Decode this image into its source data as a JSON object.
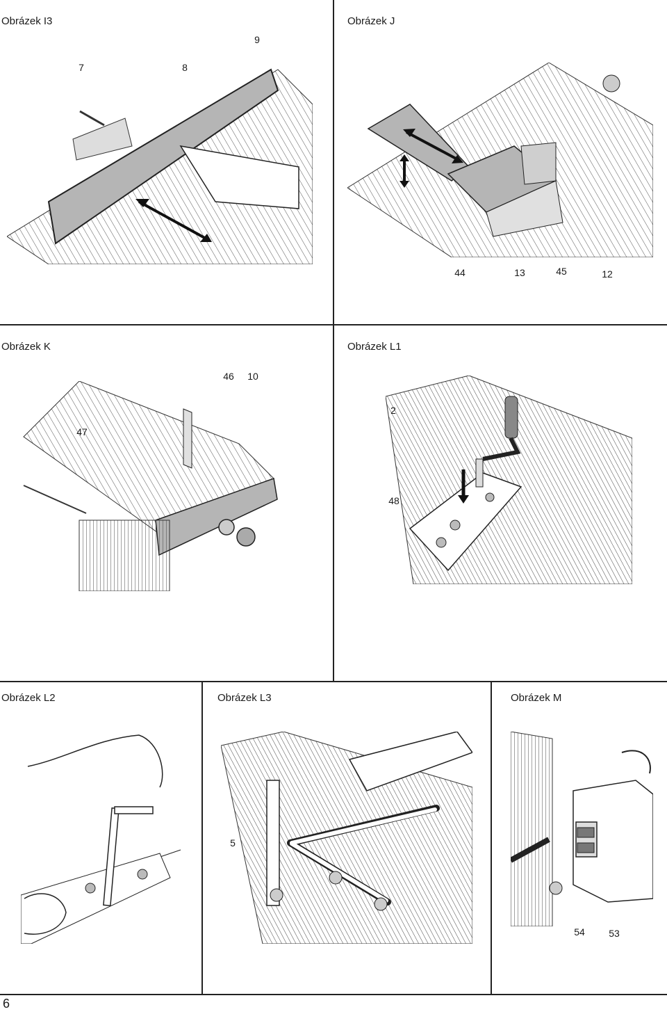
{
  "figures": {
    "i3": {
      "title": "Obrázek I3",
      "callouts": [
        "7",
        "8",
        "9"
      ]
    },
    "j": {
      "title": "Obrázek J",
      "callouts": [
        "44",
        "13",
        "45",
        "12"
      ]
    },
    "k": {
      "title": "Obrázek K",
      "callouts": [
        "46",
        "10",
        "47"
      ]
    },
    "l1": {
      "title": "Obrázek L1",
      "callouts": [
        "2",
        "48"
      ]
    },
    "l2": {
      "title": "Obrázek L2",
      "callouts": []
    },
    "l3": {
      "title": "Obrázek L3",
      "callouts": [
        "5"
      ]
    },
    "m": {
      "title": "Obrázek M",
      "callouts": [
        "54",
        "53"
      ]
    }
  },
  "page_number": "6"
}
